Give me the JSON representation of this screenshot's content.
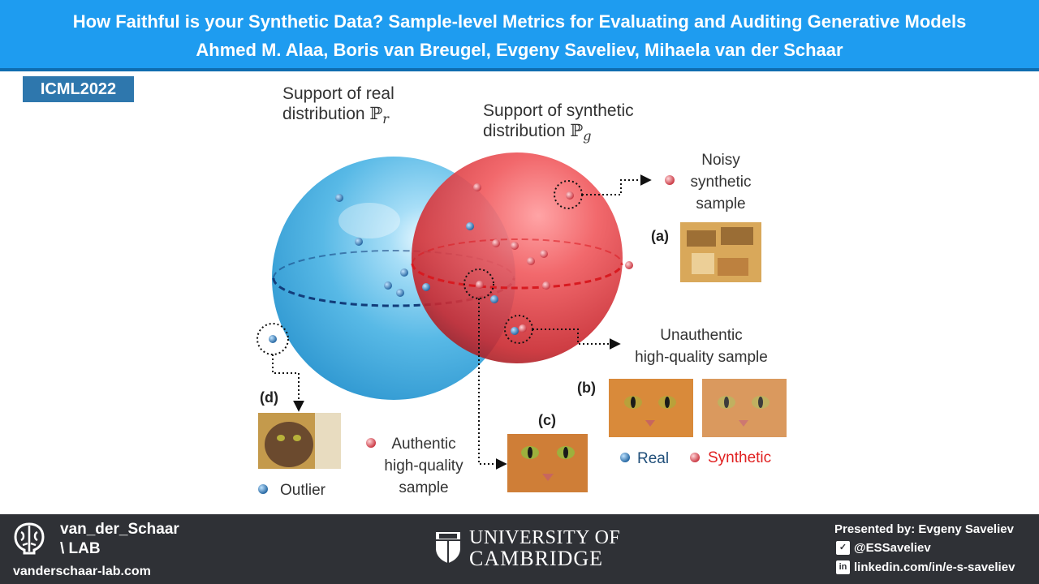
{
  "header": {
    "title": "How Faithful is your Synthetic Data? Sample-level Metrics for Evaluating and Auditing Generative Models",
    "authors": "Ahmed M. Alaa, Boris van Breugel, Evgeny Saveliev, Mihaela van der Schaar"
  },
  "badge": "ICML2022",
  "labels": {
    "real_support_1": "Support of real",
    "real_support_2": "distribution",
    "real_symbol": "ℙ",
    "real_sub": "r",
    "synth_support_1": "Support of synthetic",
    "synth_support_2": "distribution",
    "synth_symbol": "ℙ",
    "synth_sub": "g",
    "noisy_1": "Noisy",
    "noisy_2": "synthetic",
    "noisy_3": "sample",
    "unauth_1": "Unauthentic",
    "unauth_2": "high-quality sample",
    "auth_1": "Authentic",
    "auth_2": "high-quality",
    "auth_3": "sample",
    "outlier": "Outlier",
    "real": "Real",
    "synthetic": "Synthetic"
  },
  "tags": {
    "a": "(a)",
    "b": "(b)",
    "c": "(c)",
    "d": "(d)"
  },
  "colors": {
    "header_bg": "#1e9cf0",
    "badge_bg": "#2e77ad",
    "real_sphere": "#5bbbe6",
    "synthetic_sphere": "#e8474a",
    "real_point": "#2d7fc0",
    "synthetic_point": "#e4505a",
    "synthetic_text": "#e02020",
    "real_text": "#1f4e79",
    "footer_bg": "#2f3136"
  },
  "footer": {
    "lab_line1": "van_der_Schaar",
    "lab_line2": "\\ LAB",
    "website": "vanderschaar-lab.com",
    "university_line1": "UNIVERSITY OF",
    "university_line2": "CAMBRIDGE",
    "presenter": "Presented by: Evgeny Saveliev",
    "twitter": "@ESSaveliev",
    "linkedin": "linkedin.com/in/e-s-saveliev"
  }
}
